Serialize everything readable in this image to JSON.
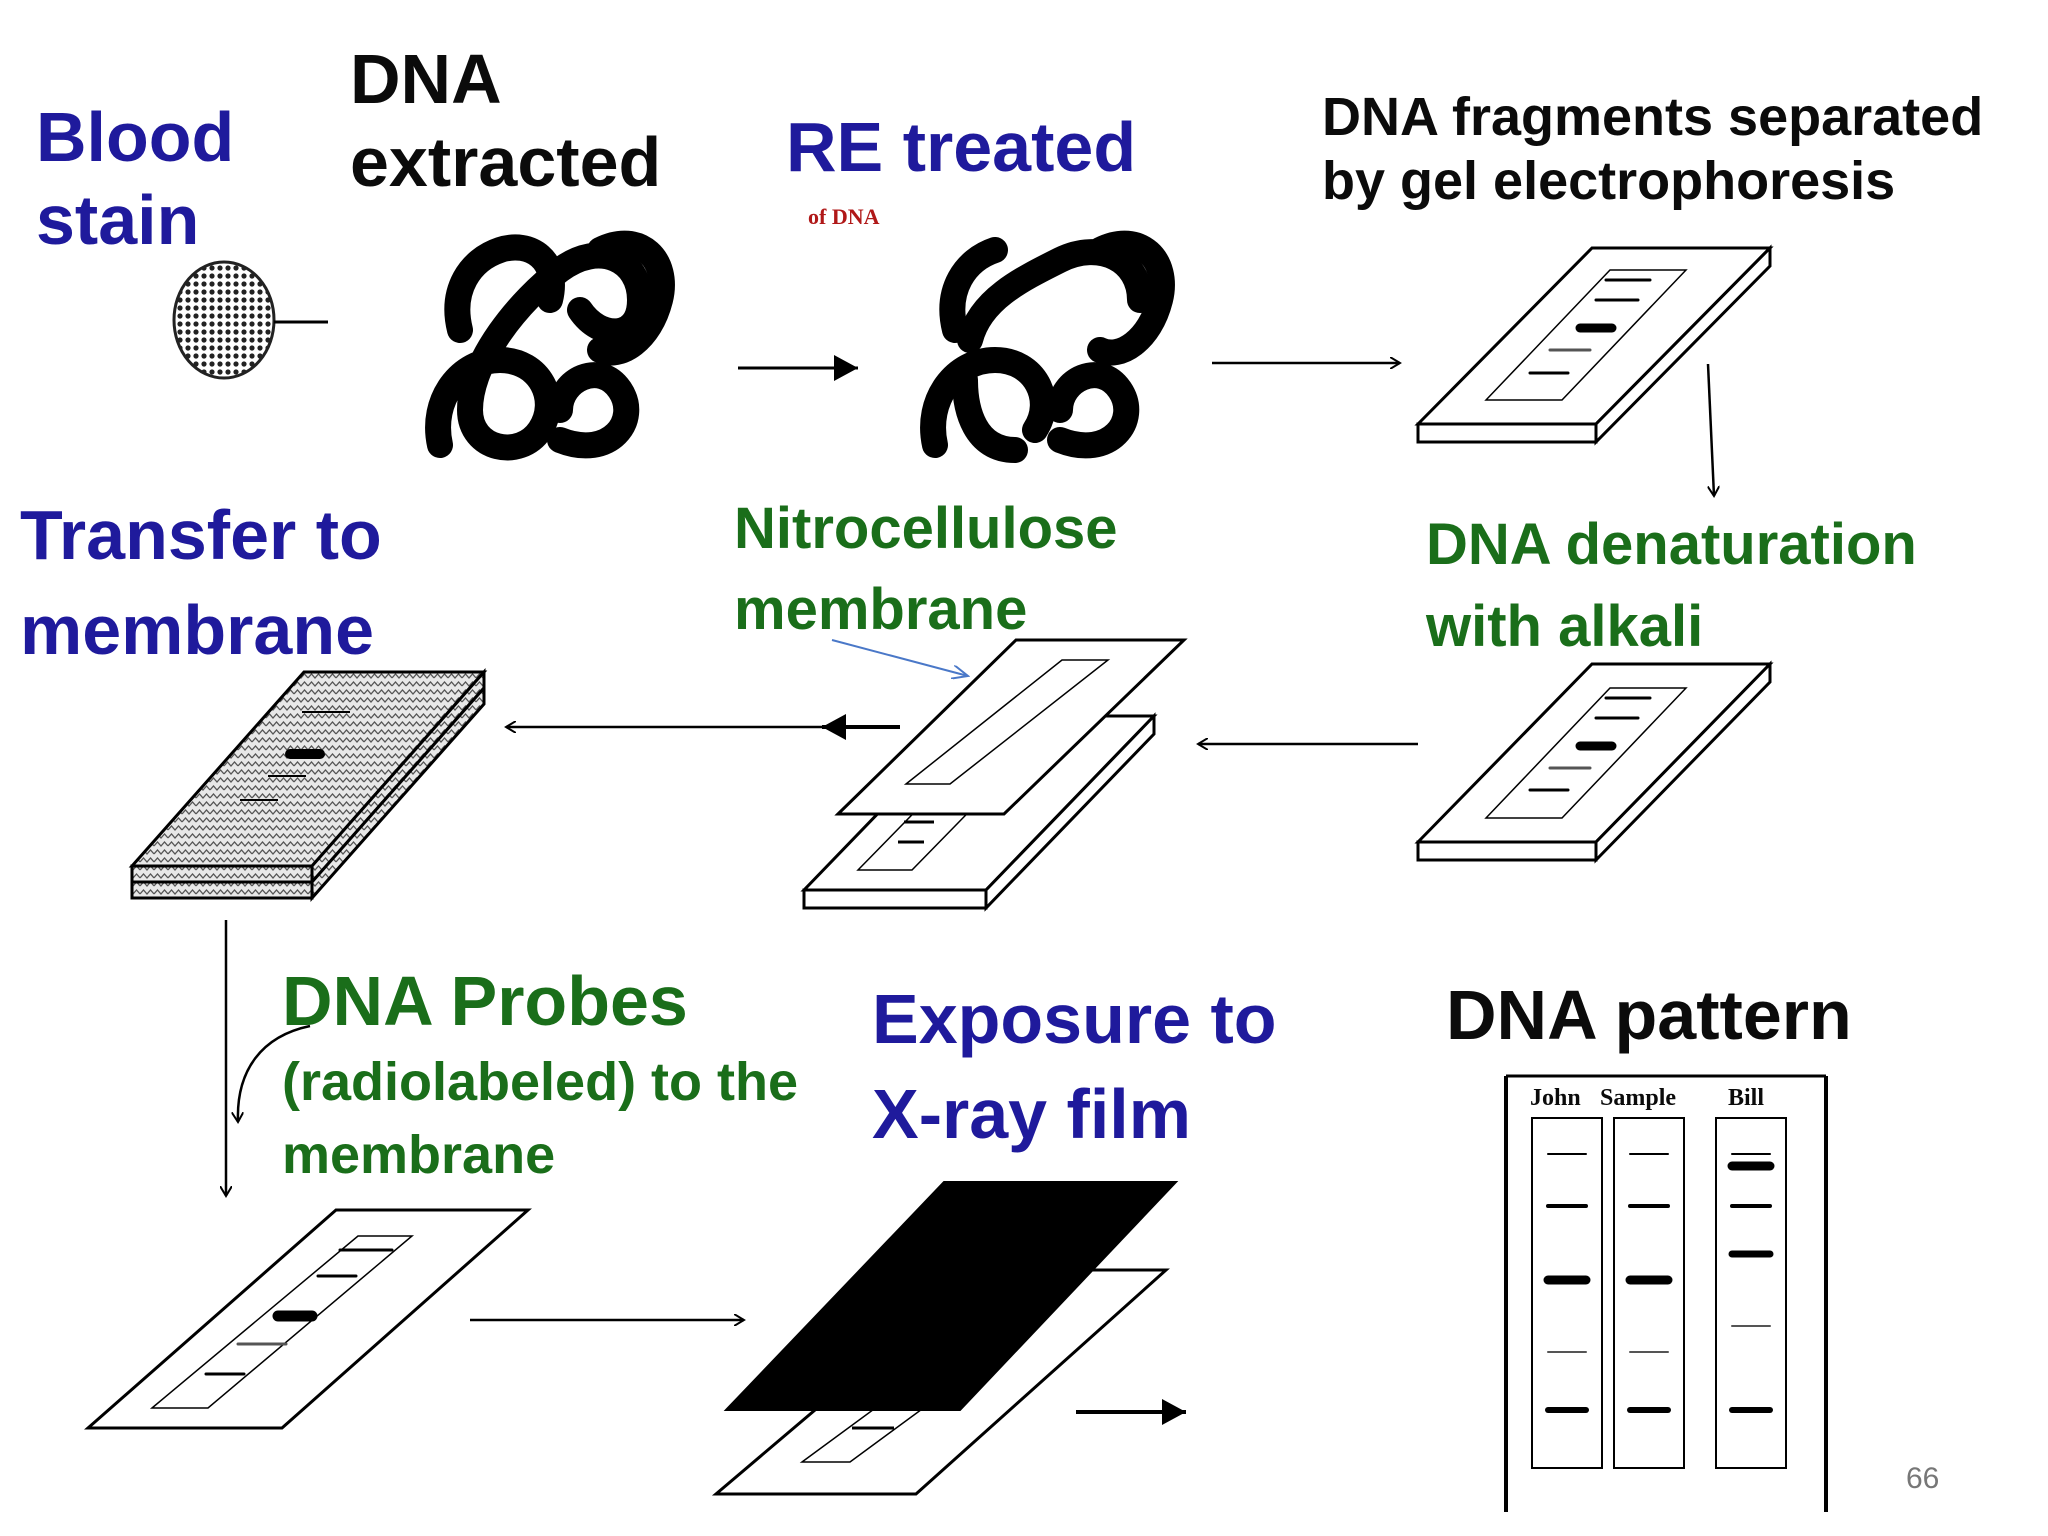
{
  "labels": {
    "blood_stain": {
      "line1": "Blood",
      "line2": "stain"
    },
    "dna_extracted": {
      "line1": "DNA",
      "line2": "extracted"
    },
    "re_treated": "RE treated",
    "re_small_caption": "of DNA",
    "gel_electrophoresis": {
      "line1": "DNA fragments separated",
      "line2": "by  gel electrophoresis"
    },
    "transfer_to_membrane": {
      "line1": "Transfer to",
      "line2": "membrane"
    },
    "nitrocellulose_membrane": {
      "line1": "Nitrocellulose",
      "line2": "membrane"
    },
    "dna_denaturation": {
      "line1": "DNA denaturation",
      "line2": "with alkali"
    },
    "dna_probes": {
      "title": "DNA Probes",
      "line1": "(radiolabeled) to the",
      "line2": "membrane"
    },
    "exposure": {
      "line1": "Exposure to",
      "line2": "X-ray film"
    },
    "dna_pattern": "DNA pattern"
  },
  "pattern_lanes": [
    "John",
    "Sample",
    "Bill"
  ],
  "page_number": "66",
  "colors": {
    "blue": "#1f1a9c",
    "green": "#1a6e1a",
    "black": "#0b0b0b",
    "arrow_blue": "#4a78c8"
  }
}
